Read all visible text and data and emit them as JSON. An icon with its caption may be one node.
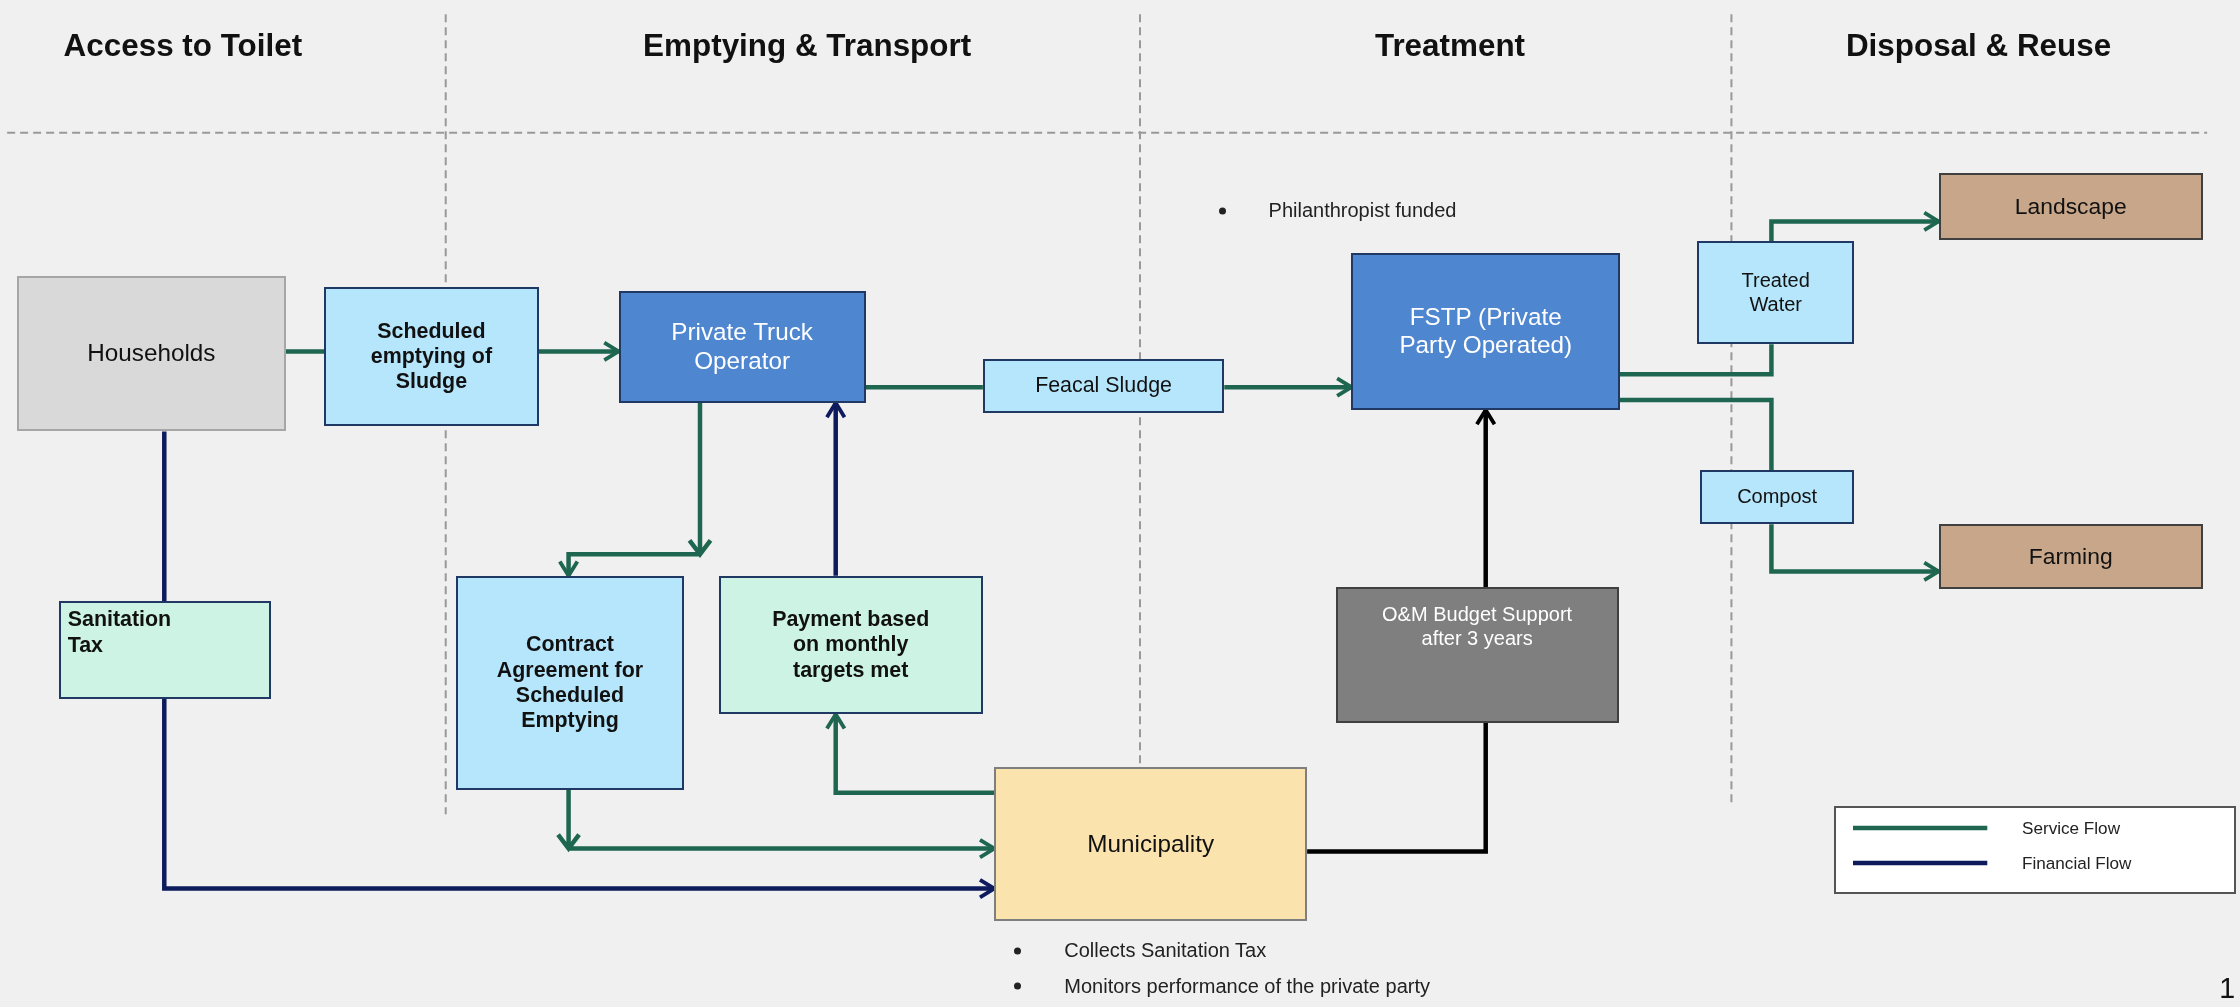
{
  "diagram": {
    "nodes": [
      {
        "text": [
          "Households"
        ]
      },
      {
        "text": [
          "Scheduled emptying of Sludge"
        ]
      },
      {
        "text": [
          "Private Truck Operator"
        ]
      },
      {
        "text": [
          "Feacal Sludge"
        ]
      },
      {
        "text": [
          "FSTP (Private Party Operated)"
        ],
        "beside": [
          "Philanthropist funded"
        ]
      },
      {
        "text": [
          "Treated Water"
        ]
      },
      {
        "text": [
          "Landscape"
        ]
      },
      {
        "text": [
          "Compost"
        ]
      },
      {
        "text": [
          "Farming"
        ]
      },
      {
        "text": [
          "Contract Agreement for Scheduled Emptying"
        ]
      },
      {
        "text": [
          "Payment based on monthly targets met"
        ]
      },
      {
        "text": [
          "Sanitation Tax"
        ]
      },
      {
        "text": [
          "O&M Budget Support after 3 years"
        ]
      },
      {
        "text": [
          "Municipality"
        ],
        "beside": [
          "Collects Sanitation Tax",
          "Monitors performance of the private party"
        ]
      }
    ],
    "edges": [
      {
        "from": 0,
        "to": 1,
        "arrow": "none"
      },
      {
        "from": 1,
        "to": 2,
        "arrow": "to"
      },
      {
        "from": 2,
        "to": 3,
        "arrow": "none"
      },
      {
        "from": 3,
        "to": 4,
        "arrow": "to"
      },
      {
        "from": 4,
        "to": 5,
        "arrow": "none"
      },
      {
        "from": 5,
        "to": 6,
        "arrow": "to"
      },
      {
        "from": 4,
        "to": 7,
        "arrow": "none"
      },
      {
        "from": 7,
        "to": 8,
        "arrow": "to"
      },
      {
        "from": 2,
        "to": 9,
        "arrow": "to"
      },
      {
        "from": 10,
        "to": 2,
        "arrow": "to",
        "color": "#0d1a5c"
      },
      {
        "from": 13,
        "to": 10,
        "arrow": "to"
      },
      {
        "from": 9,
        "to": 13,
        "arrow": "to"
      },
      {
        "from": 0,
        "to": 11,
        "arrow": "none",
        "color": "#0d1a5c"
      },
      {
        "from": 11,
        "to": 13,
        "arrow": "to",
        "color": "#0d1a5c"
      },
      {
        "from": 13,
        "to": 12,
        "arrow": "none",
        "color": "#000000"
      },
      {
        "from": 12,
        "to": 4,
        "arrow": "to",
        "color": "#000000"
      }
    ],
    "labels": [
      "Access to Toilet",
      "Emptying & Transport",
      "Treatment",
      "Disposal & Reuse",
      "1"
    ],
    "legend": [
      {
        "text": "Service Flow"
      },
      {
        "text": "Financial Flow"
      }
    ]
  }
}
